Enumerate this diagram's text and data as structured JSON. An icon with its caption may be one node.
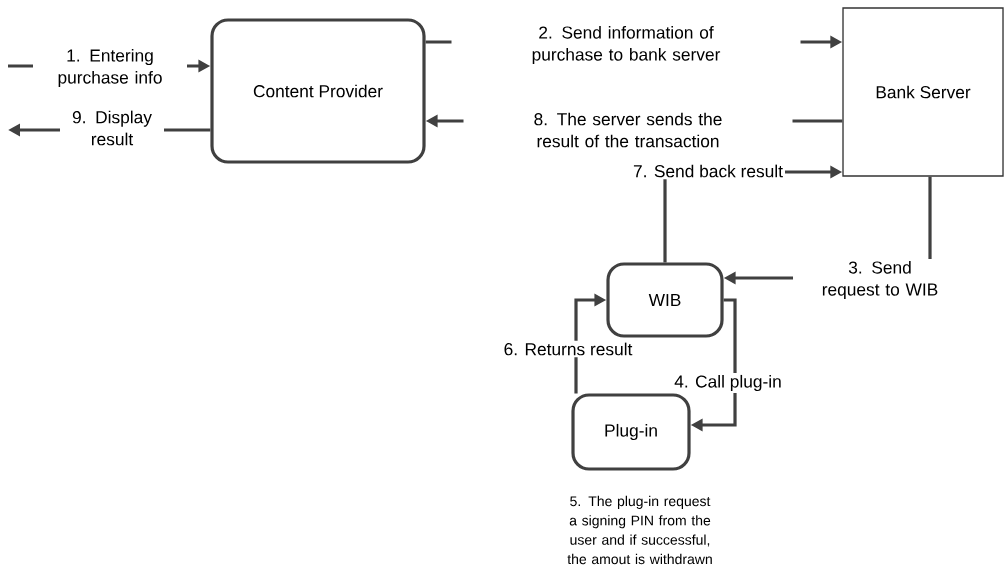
{
  "diagram": {
    "nodes": [
      {
        "text": [
          "Content Provider"
        ]
      },
      {
        "text": [
          "Bank Server"
        ]
      },
      {
        "text": [
          "WIB"
        ]
      },
      {
        "text": [
          "Plug-in"
        ],
        "beside": [
          "5. The plug-in request a signing PIN from the user and if successful, the amout is withdrawn"
        ]
      }
    ],
    "edges": [
      {
        "from": null,
        "to": 0,
        "arrow": "to",
        "label": "1. Entering purchase info"
      },
      {
        "from": 0,
        "to": null,
        "arrow": "to",
        "label": "9. Display result"
      },
      {
        "from": 0,
        "to": 1,
        "arrow": "to",
        "label": "2. Send information of purchase to bank server"
      },
      {
        "from": 1,
        "to": 0,
        "arrow": "to",
        "label": "8. The server sends the result of the transaction"
      },
      {
        "from": 1,
        "to": 2,
        "arrow": "to",
        "label": "3. Send request to WIB"
      },
      {
        "from": 2,
        "to": 3,
        "arrow": "to",
        "label": "4. Call plug-in"
      },
      {
        "from": 3,
        "to": 2,
        "arrow": "to",
        "label": "6. Returns result"
      },
      {
        "from": 2,
        "to": 1,
        "arrow": "to",
        "label": "7. Send back result"
      }
    ]
  }
}
